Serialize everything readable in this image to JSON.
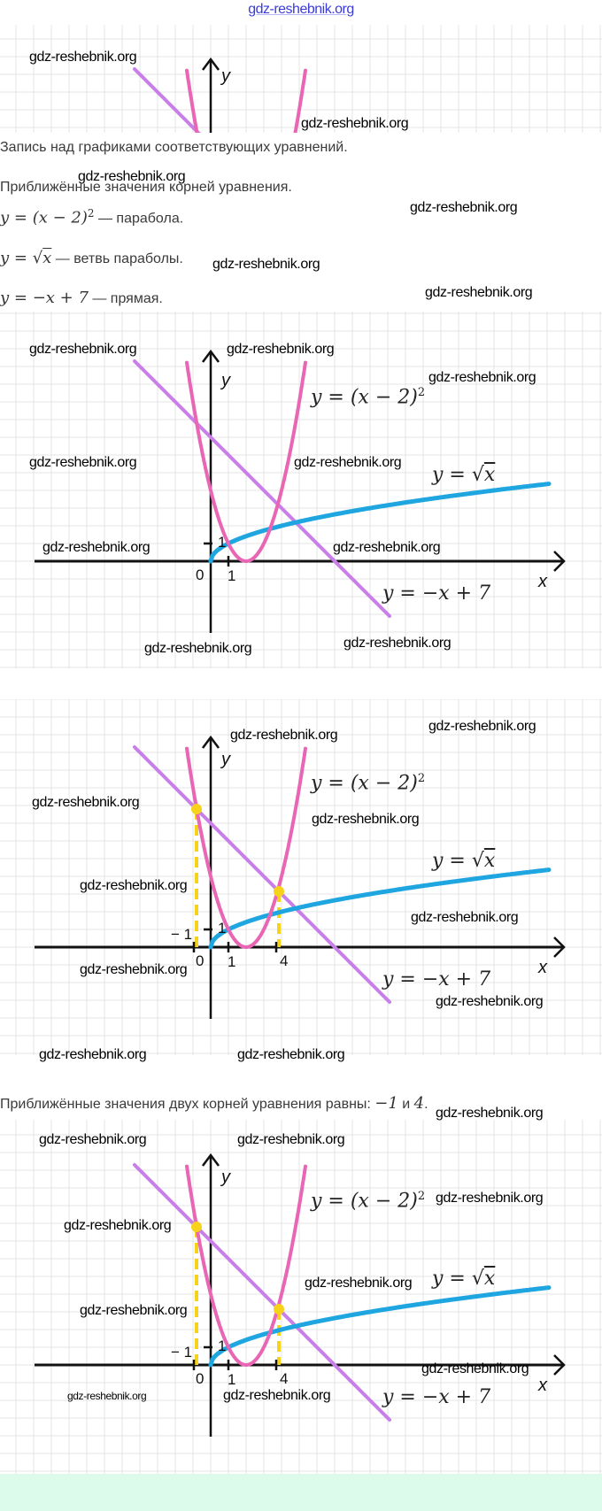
{
  "watermark": "gdz-reshebnik.org",
  "text": {
    "caption": "Запись над графиками соответствующих уравнений.",
    "heading": "Приближённые значения корней уравнения.",
    "eq1_math": "y = (x − 2)",
    "eq1_exp": "2",
    "eq1_desc": " — парабола.",
    "eq2_math_pre": "y = √",
    "eq2_math_rad": "x",
    "eq2_desc": " — ветвь параболы.",
    "eq3_math": "y = −x + 7",
    "eq3_desc": " — прямая.",
    "answer_pre": "Приближённые значения двух корней уравнения равны: ",
    "answer_root1": "−1",
    "answer_mid": " и ",
    "answer_root2": "4",
    "answer_end": "."
  },
  "graph_labels": {
    "parabola": "y = (x − 2)",
    "parabola_exp": "2",
    "sqrt_pre": "y = √",
    "sqrt_rad": "x",
    "line": "y = −x + 7",
    "x_axis": "x",
    "y_axis": "y",
    "origin": "0",
    "x_tick_1": "1",
    "y_tick_1": "1",
    "tick_neg1": "− 1",
    "tick_4": "4"
  },
  "chart_data": {
    "type": "line",
    "title": "",
    "xlabel": "x",
    "ylabel": "y",
    "xlim": [
      -10,
      20
    ],
    "ylim": [
      -4,
      12
    ],
    "grid": true,
    "series": [
      {
        "name": "y = (x − 2)^2",
        "kind": "parabola",
        "x_range": [
          -1.35,
          5.35
        ],
        "color": "#e866b4"
      },
      {
        "name": "y = −x + 7",
        "kind": "line",
        "x_range": [
          -4.3,
          10.1
        ],
        "color": "#c97fe8"
      },
      {
        "name": "y = √x",
        "kind": "sqrt",
        "x_range": [
          0,
          19.1
        ],
        "color": "#1fa6e0"
      }
    ],
    "marked_points": [
      {
        "x": -0.8,
        "y": 7.8
      },
      {
        "x": 3.85,
        "y": 3.15
      }
    ],
    "roots_approx": [
      -1,
      4
    ],
    "point_color": "#f7d21a"
  },
  "colors": {
    "mint": "#dcfbea",
    "grid": "#e4e4e4"
  }
}
